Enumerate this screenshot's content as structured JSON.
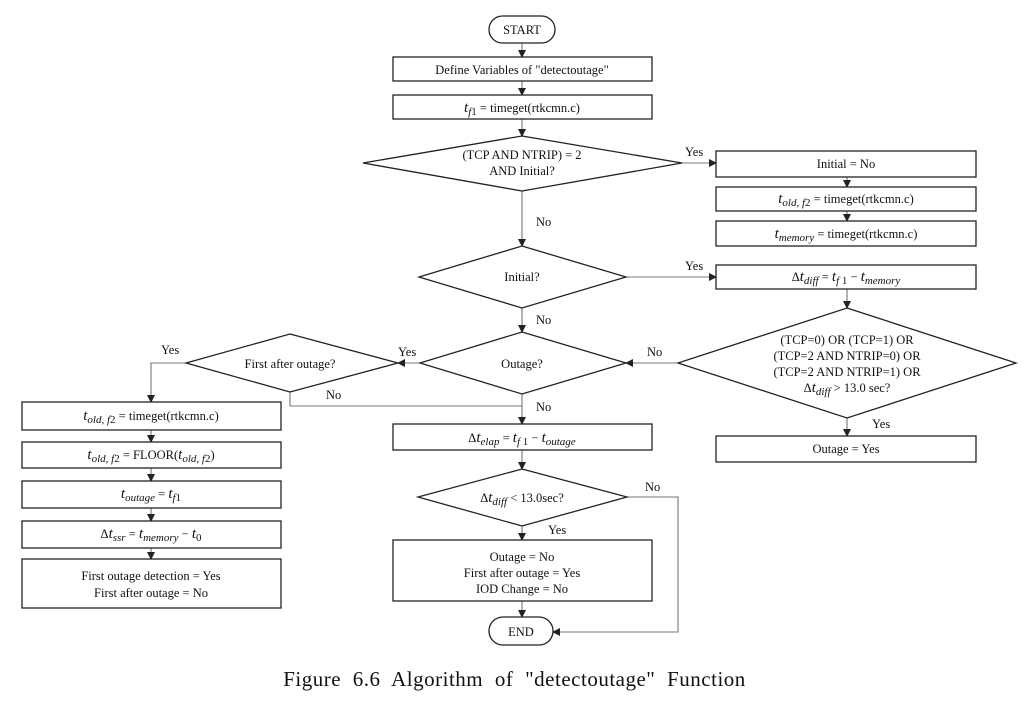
{
  "caption": "Figure 6.6 Algorithm of \"detectoutage\" Function",
  "nodes": {
    "start": {
      "type": "terminal",
      "text": [
        "START"
      ]
    },
    "define_vars": {
      "type": "process",
      "text": [
        "Define Variables of \"detectoutage\""
      ]
    },
    "tf1_get": {
      "type": "process",
      "text": [
        "t_f1 = timeget(rtkcmn.c)"
      ]
    },
    "dec_tcp_ntrip_initial": {
      "type": "decision",
      "text": [
        "(TCP AND NTRIP) = 2",
        "AND  Initial?"
      ]
    },
    "initial_no": {
      "type": "process",
      "text": [
        "Initial = No"
      ]
    },
    "told_get_right": {
      "type": "process",
      "text": [
        "t_old,f2 = timeget(rtkcmn.c)"
      ]
    },
    "tmemory_get": {
      "type": "process",
      "text": [
        "t_memory = timeget(rtkcmn.c)"
      ]
    },
    "dec_initial": {
      "type": "decision",
      "text": [
        "Initial?"
      ]
    },
    "dtdiff_calc": {
      "type": "process",
      "text": [
        "Δt_diff = t_f1 − t_memory"
      ]
    },
    "dec_conditions": {
      "type": "decision",
      "text": [
        "(TCP=0) OR (TCP=1) OR",
        "(TCP=2 AND NTRIP=0) OR",
        "(TCP=2 AND NTRIP=1) OR",
        "Δt_diff > 13.0 sec?"
      ]
    },
    "outage_yes": {
      "type": "process",
      "text": [
        "Outage  = Yes"
      ]
    },
    "dec_outage": {
      "type": "decision",
      "text": [
        "Outage?"
      ]
    },
    "dec_first_after": {
      "type": "decision",
      "text": [
        "First after outage?"
      ]
    },
    "told_get_left": {
      "type": "process",
      "text": [
        "t_old,f2 = timeget(rtkcmn.c)"
      ]
    },
    "told_floor": {
      "type": "process",
      "text": [
        "t_old,f2 = FLOOR(t_old,f2)"
      ]
    },
    "toutage_set": {
      "type": "process",
      "text": [
        "t_outage = t_f1"
      ]
    },
    "dtssr_calc": {
      "type": "process",
      "text": [
        "Δt_ssr = t_memory − t_0"
      ]
    },
    "first_detect_box": {
      "type": "process",
      "text": [
        "First outage detection = Yes",
        "First after outage = No"
      ]
    },
    "dtelap_calc": {
      "type": "process",
      "text": [
        "Δt_elap = t_f1 − t_outage"
      ]
    },
    "dec_dtdiff_lt": {
      "type": "decision",
      "text": [
        "Δt_diff < 13.0sec?"
      ]
    },
    "reset_box": {
      "type": "process",
      "text": [
        "Outage = No",
        "First after outage = Yes",
        "IOD Change = No"
      ]
    },
    "end": {
      "type": "terminal",
      "text": [
        "END"
      ]
    }
  },
  "edge_labels": {
    "tcp_yes": "Yes",
    "tcp_no": "No",
    "initial_yes": "Yes",
    "initial_no": "No",
    "cond_no": "No",
    "cond_yes": "Yes",
    "outage_yes": "Yes",
    "outage_no": "No",
    "first_yes": "Yes",
    "first_no": "No",
    "dtdiff_yes": "Yes",
    "dtdiff_no": "No"
  }
}
